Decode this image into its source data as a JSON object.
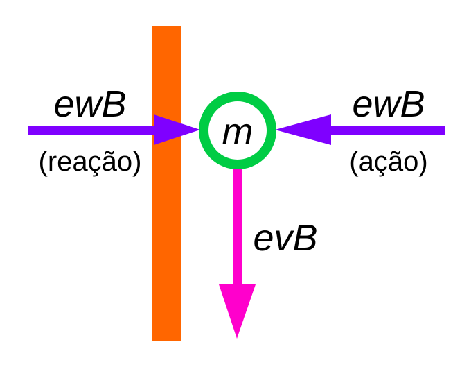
{
  "colors": {
    "wall": "#ff6600",
    "force_ew": "#7f00ff",
    "force_ev": "#ff00cc",
    "particle_ring": "#00cc44",
    "text": "#000000",
    "background": "#ffffff"
  },
  "particle": {
    "label": "m"
  },
  "left_force": {
    "label": "ewB",
    "caption": "(reação)"
  },
  "right_force": {
    "label": "ewB",
    "caption": "(ação)"
  },
  "down_force": {
    "label": "evB"
  }
}
